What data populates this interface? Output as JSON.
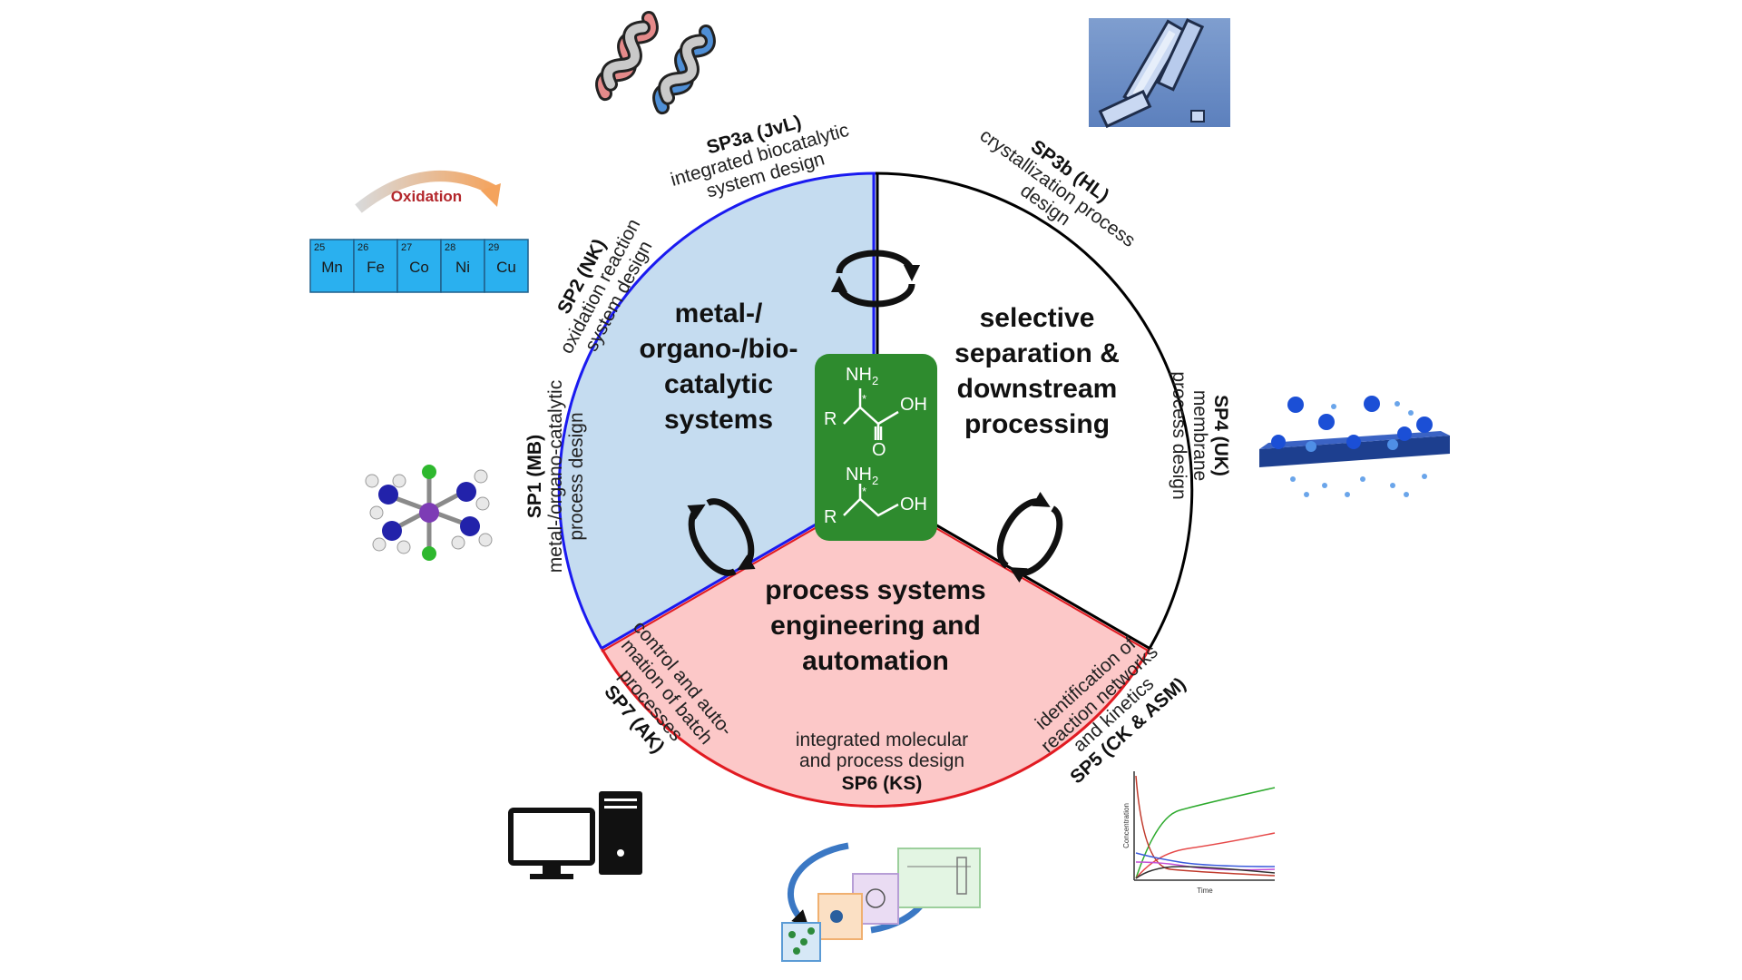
{
  "sectors": {
    "catalysis": {
      "lines": [
        "metal-/",
        "organo-/bio-",
        "catalytic",
        "systems"
      ],
      "color": "#c5dcf0",
      "border": "#1a1af0"
    },
    "separation": {
      "lines": [
        "selective",
        "separation &",
        "downstream",
        "processing"
      ],
      "color": "#ffffff",
      "border": "#000000"
    },
    "pse": {
      "lines": [
        "process systems",
        "engineering and",
        "automation"
      ],
      "color": "#fcc8c8",
      "border": "#e11b22"
    }
  },
  "center": {
    "color": "#2e8b2e",
    "molecule1": {
      "nh2": "NH",
      "nh2_sub": "2",
      "oh": "OH",
      "o": "O",
      "r": "R",
      "star": "*"
    },
    "molecule2": {
      "nh2": "NH",
      "nh2_sub": "2",
      "oh": "OH",
      "r": "R",
      "star": "*"
    }
  },
  "subprojects": {
    "sp1": {
      "code": "SP1 (MB)",
      "desc": [
        "metal-/organo-catalytic",
        "process design"
      ]
    },
    "sp2": {
      "code": "SP2 (NK)",
      "desc": [
        "oxidation reaction",
        "system design"
      ]
    },
    "sp3a": {
      "code": "SP3a (JvL)",
      "desc": [
        "integrated biocatalytic",
        "system design"
      ]
    },
    "sp3b": {
      "code": "SP3b (HL)",
      "desc": [
        "crystallization process",
        "design"
      ]
    },
    "sp4": {
      "code": "SP4 (UK)",
      "desc": [
        "membrane",
        "process design"
      ]
    },
    "sp5": {
      "code": "SP5 (CK & ASM)",
      "desc": [
        "identification of",
        "reaction networks",
        "and kinetics"
      ]
    },
    "sp6": {
      "code": "SP6 (KS)",
      "desc": [
        "integrated molecular",
        "and process design"
      ]
    },
    "sp7": {
      "code": "SP7 (AK)",
      "desc": [
        "control and auto-",
        "mation of batch",
        "processes"
      ]
    }
  },
  "periodic": {
    "label": "Oxidation",
    "elements": [
      {
        "num": "25",
        "sym": "Mn"
      },
      {
        "num": "26",
        "sym": "Fe"
      },
      {
        "num": "27",
        "sym": "Co"
      },
      {
        "num": "28",
        "sym": "Ni"
      },
      {
        "num": "29",
        "sym": "Cu"
      }
    ]
  },
  "kinetics_plot": {
    "xlabel": "Time",
    "ylabel": "Concentration"
  },
  "icons": {
    "dna": "dna-helix-icon",
    "crystal": "crystal-photo-icon",
    "membrane": "membrane-icon",
    "complex": "metal-complex-icon",
    "computer": "computer-icon",
    "flowsheet": "flowsheet-cycle-icon",
    "cycle_arrows": "cycle-arrows-icon"
  }
}
